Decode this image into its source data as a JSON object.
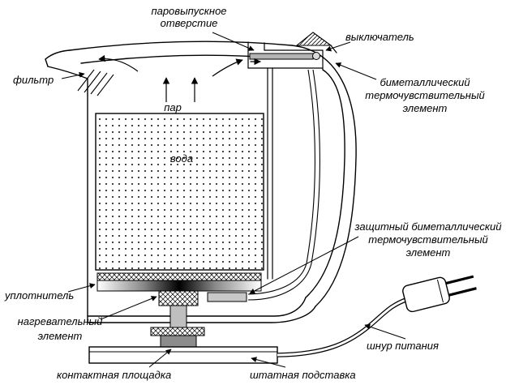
{
  "diagram": {
    "subject": "electric-kettle-cross-section",
    "colors": {
      "line": "#000000",
      "metal_bar": "#b4b4b4",
      "pivot": "#d9d9d9",
      "protective_element": "#c8c8c8",
      "connector": "#bfbfbf",
      "contact_block": "#8c8c8c",
      "water_dots": "#333333"
    }
  },
  "labels": {
    "steam_outlet": [
      "паровыпускное",
      "отверстие"
    ],
    "switch": "выключатель",
    "filter": "фильтр",
    "steam": "пар",
    "water": "вода",
    "bimetal": [
      "биметаллический",
      "термочувствительный",
      "элемент"
    ],
    "protective_bimetal": [
      "защитный биметаллический",
      "термочувствительный",
      "элемент"
    ],
    "seal": "уплотнитель",
    "heating_element": [
      "нагревательный",
      "элемент"
    ],
    "power_cord": "шнур питания",
    "contact_pad": "контактная площадка",
    "stand": "штатная подставка"
  }
}
